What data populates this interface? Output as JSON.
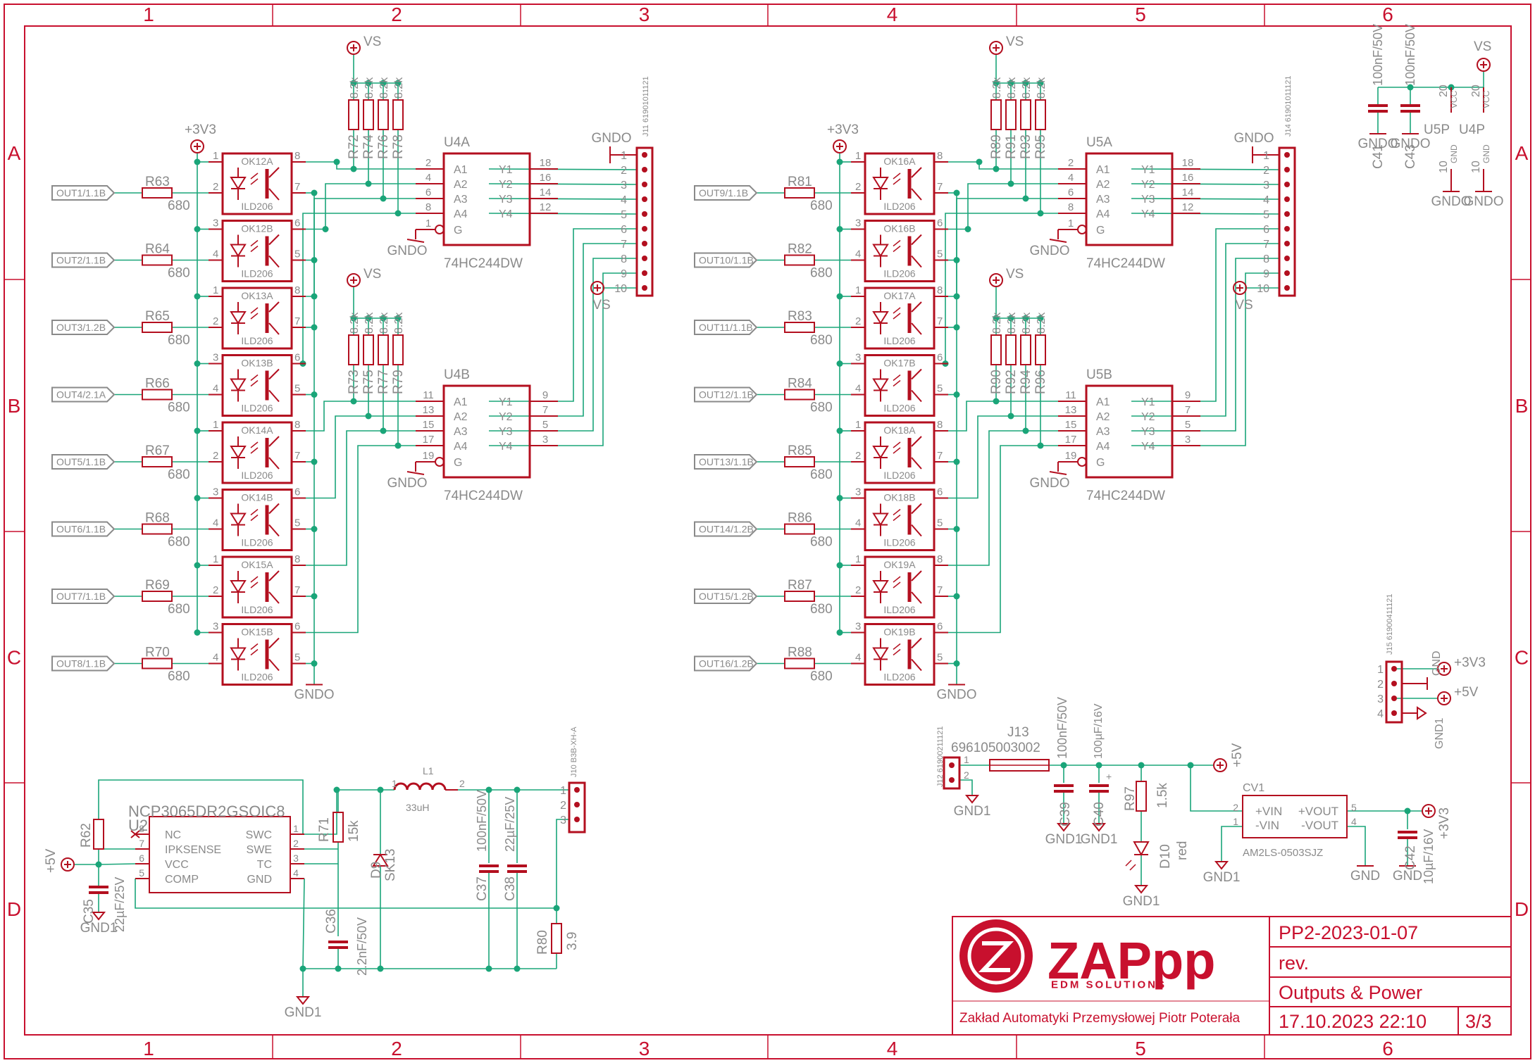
{
  "colors": {
    "frame": "#c8102e",
    "part": "#b30f1f",
    "wire": "#1aa579",
    "text": "#8a8a8a",
    "bg": "#ffffff"
  },
  "grid": {
    "columns": [
      "1",
      "2",
      "3",
      "4",
      "5",
      "6"
    ],
    "rows": [
      "A",
      "B",
      "C",
      "D"
    ]
  },
  "title_block": {
    "logo_text": "ZAPpp",
    "logo_sub": "EDM SOLUTIONS",
    "company": "Zakład Automatyki Przemysłowej Piotr Poterała",
    "doc_number": "PP2-2023-01-07",
    "rev_label": "rev.",
    "sheet_title": "Outputs & Power",
    "date": "17.10.2023 22:10",
    "sheet": "3/3"
  },
  "nets": {
    "vs": "VS",
    "v33": "+3V3",
    "v5": "+5V",
    "gndo": "GNDO",
    "gnd1": "GND1",
    "gnd": "GND",
    "vcc": "VCC"
  },
  "optos": {
    "part": "ILD206",
    "left": [
      "OK12A",
      "OK12B",
      "OK13A",
      "OK13B",
      "OK14A",
      "OK14B",
      "OK15A",
      "OK15B"
    ],
    "right": [
      "OK16A",
      "OK16B",
      "OK17A",
      "OK17B",
      "OK18A",
      "OK18B",
      "OK19A",
      "OK19B"
    ]
  },
  "inputs": {
    "left": [
      {
        "port": "OUT1/1.1B",
        "res": "R63"
      },
      {
        "port": "OUT2/1.1B",
        "res": "R64"
      },
      {
        "port": "OUT3/1.2B",
        "res": "R65"
      },
      {
        "port": "OUT4/2.1A",
        "res": "R66"
      },
      {
        "port": "OUT5/1.1B",
        "res": "R67"
      },
      {
        "port": "OUT6/1.1B",
        "res": "R68"
      },
      {
        "port": "OUT7/1.1B",
        "res": "R69"
      },
      {
        "port": "OUT8/1.1B",
        "res": "R70"
      }
    ],
    "right": [
      {
        "port": "OUT9/1.1B",
        "res": "R81"
      },
      {
        "port": "OUT10/1.1B",
        "res": "R82"
      },
      {
        "port": "OUT11/1.1B",
        "res": "R83"
      },
      {
        "port": "OUT12/1.1B",
        "res": "R84"
      },
      {
        "port": "OUT13/1.1B",
        "res": "R85"
      },
      {
        "port": "OUT14/1.2B",
        "res": "R86"
      },
      {
        "port": "OUT15/1.2B",
        "res": "R87"
      },
      {
        "port": "OUT16/1.2B",
        "res": "R88"
      }
    ],
    "res_value": "680"
  },
  "pullups": {
    "value": "8.2k",
    "left_top": [
      "R72",
      "R74",
      "R76",
      "R78"
    ],
    "left_bot": [
      "R73",
      "R75",
      "R77",
      "R79"
    ],
    "right_top": [
      "R89",
      "R91",
      "R93",
      "R95"
    ],
    "right_bot": [
      "R90",
      "R92",
      "R94",
      "R96"
    ]
  },
  "buffers": {
    "part": "74HC244DW",
    "names": [
      "U4A",
      "U4B",
      "U5A",
      "U5B"
    ],
    "inputs": [
      "A1",
      "A2",
      "A3",
      "A4"
    ],
    "outputs": [
      "Y1",
      "Y2",
      "Y3",
      "Y4"
    ],
    "gate": "G",
    "pins_a_in": [
      "2",
      "4",
      "6",
      "8"
    ],
    "pins_a_out": [
      "18",
      "16",
      "14",
      "12"
    ],
    "pin_a_g": "1",
    "pins_b_in": [
      "11",
      "13",
      "15",
      "17"
    ],
    "pins_b_out": [
      "9",
      "7",
      "5",
      "3"
    ],
    "pin_b_g": "19"
  },
  "headers": {
    "j11": {
      "name": "J11",
      "part": "61901011121"
    },
    "j14": {
      "name": "J14",
      "part": "61901011121"
    },
    "pins": [
      "1",
      "2",
      "3",
      "4",
      "5",
      "6",
      "7",
      "8",
      "9",
      "10"
    ]
  },
  "decoupling": {
    "c41": {
      "name": "C41",
      "value": "100nF/50V"
    },
    "c43": {
      "name": "C43",
      "value": "100nF/50V"
    },
    "u5p": "U5P",
    "u4p": "U4P",
    "pin20": "20",
    "pin10": "10"
  },
  "j15": {
    "name": "J15",
    "part": "61900411121",
    "pins": [
      "1",
      "2",
      "3",
      "4"
    ]
  },
  "buck": {
    "u2": "U2",
    "u2_part": "NCP3065DR2GSOIC8",
    "pins_left": [
      "NC",
      "IPKSENSE",
      "VCC",
      "COMP"
    ],
    "pins_right": [
      "SWC",
      "SWE",
      "TC",
      "GND"
    ],
    "pin_nums_left": [
      "8",
      "7",
      "6",
      "5"
    ],
    "pin_nums_right": [
      "1",
      "2",
      "3",
      "4"
    ],
    "r62": "R62",
    "r71": "R71",
    "r71_val": "15k",
    "c35": "C35",
    "c35_val": "22µF/25V",
    "c36": "C36",
    "c36_val": "2.2nF/50V",
    "d9": "D9",
    "d9_part": "SK13",
    "l1": "L1",
    "l1_val": "33uH",
    "c37": "C37",
    "c37_val": "100nF/50V",
    "c38": "C38",
    "c38_val": "22µF/25V",
    "r80": "R80",
    "r80_val": "3.9",
    "j10": "J10",
    "j10_part": "B3B-XH-A"
  },
  "iso": {
    "j12": "J12",
    "j12_part": "61900211121",
    "j13": "J13",
    "j13_part": "696105003002",
    "c39": "C39",
    "c39_val": "100nF/50V",
    "c40": "C40",
    "c40_val": "100µF/16V",
    "r97": "R97",
    "r97_val": "1.5k",
    "d10": "D10",
    "d10_val": "red",
    "cv1": "CV1",
    "cv1_part": "AM2LS-0503SJZ",
    "cv1_pins": [
      "+VIN",
      "-VIN",
      "+VOUT",
      "-VOUT"
    ],
    "c42": "C42",
    "c42_val": "10µF/16V"
  }
}
